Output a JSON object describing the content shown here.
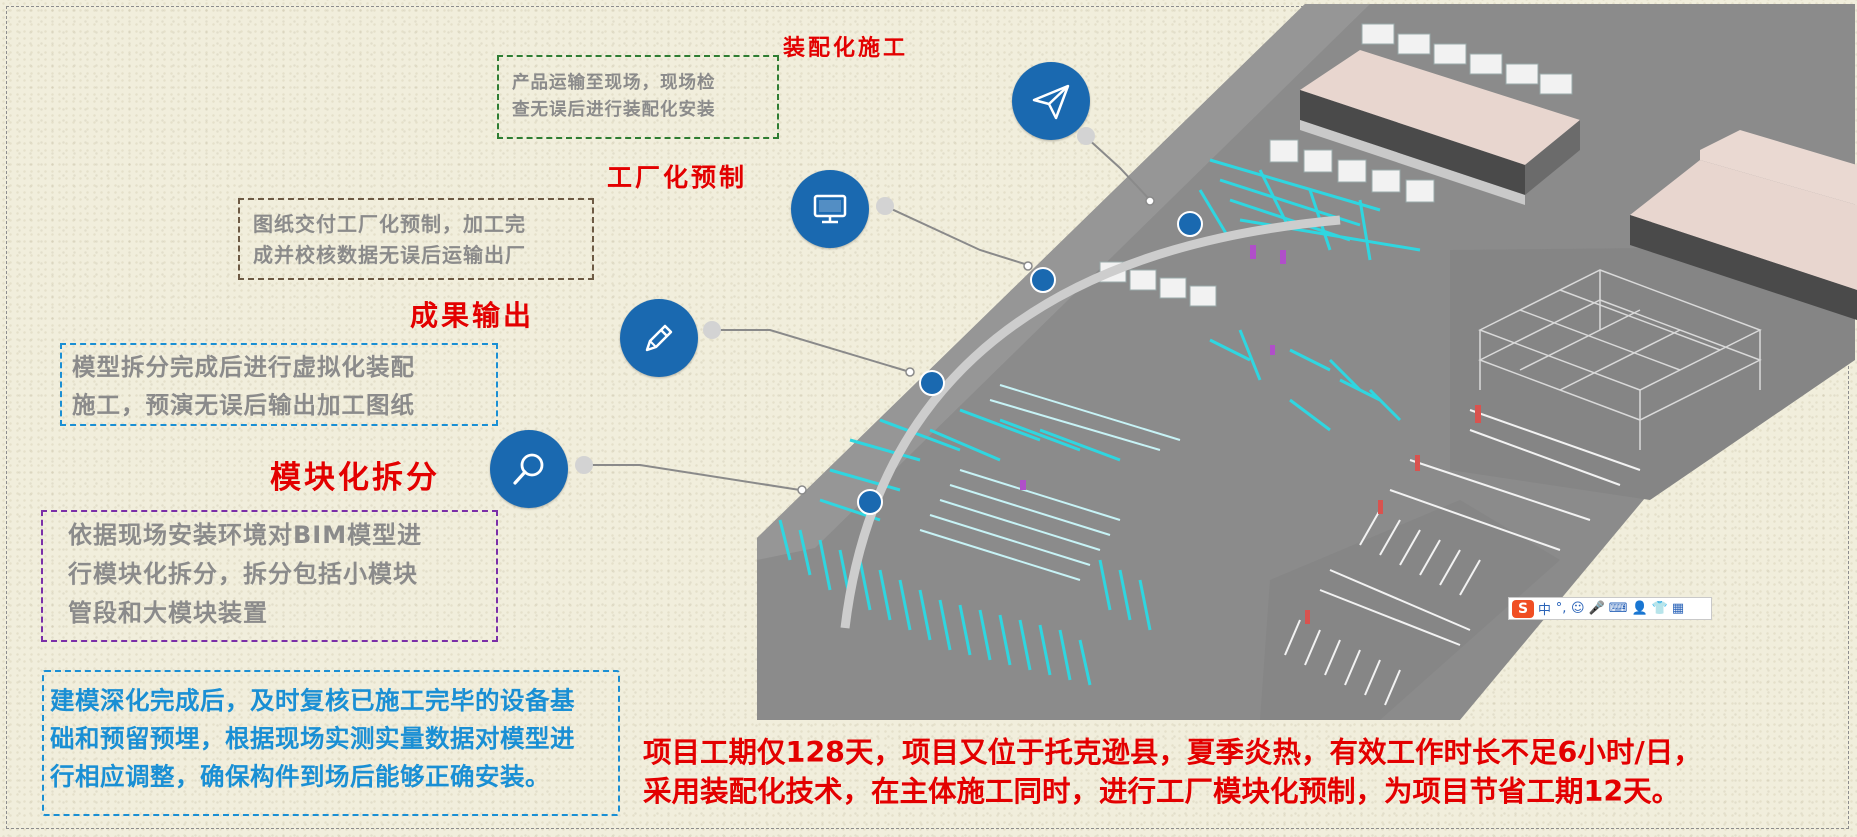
{
  "stages": [
    {
      "id": "assembly",
      "title": "装配化施工",
      "desc_lines": [
        "产品运输至现场，现场检",
        "查无误后进行装配化安装"
      ],
      "icon": "paper-plane-icon"
    },
    {
      "id": "prefab",
      "title": "工厂化预制",
      "desc_lines": [
        "图纸交付工厂化预制，加工完",
        "成并校核数据无误后运输出厂"
      ],
      "icon": "monitor-icon"
    },
    {
      "id": "output",
      "title": "成果输出",
      "desc_lines": [
        "模型拆分完成后进行虚拟化装配",
        "施工，预演无误后输出加工图纸"
      ],
      "icon": "pencil-icon"
    },
    {
      "id": "modular",
      "title": "模块化拆分",
      "desc_lines": [
        "依据现场安装环境对BIM模型进",
        "行模块化拆分，拆分包括小模块",
        "管段和大模块装置"
      ],
      "icon": "magnifier-icon"
    }
  ],
  "bottom_note_lines": [
    "建模深化完成后，及时复核已施工完毕的设备基",
    "础和预留预埋，根据现场实测实量数据对模型进",
    "行相应调整，确保构件到场后能够正确安装。"
  ],
  "summary_lines": [
    "项目工期仅128天，项目又位于托克逊县，夏季炎热，有效工作时长不足6小时/日，",
    "采用装配化技术，在主体施工同时，进行工厂模块化预制，为项目节省工期12天。"
  ],
  "ime_toolbar": {
    "logo": "S",
    "mode": "中",
    "punct": "°,",
    "emoji": "☺",
    "voice": "🎤",
    "keyboard": "⌨",
    "user": "👤",
    "skin": "👕",
    "menu": "▦"
  },
  "colors": {
    "accent_blue": "#1a69b0",
    "title_red": "#e30000",
    "border_green": "#2e7d32",
    "border_brown": "#6d5a44",
    "border_blue": "#1a8fd4",
    "border_purple": "#7b2fa8",
    "model_cyan": "#2fd6e0",
    "ground_gray": "#8a8a8a"
  }
}
